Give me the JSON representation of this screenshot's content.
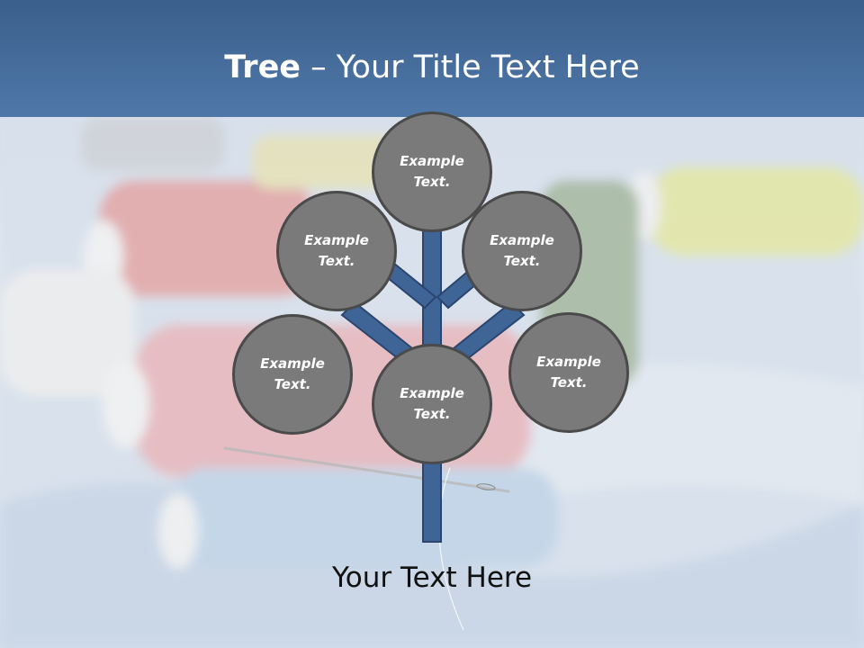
{
  "header": {
    "title_bold": "Tree",
    "title_rest": " – Your Title Text Here"
  },
  "nodes": [
    {
      "id": "top",
      "text": "Example\nText."
    },
    {
      "id": "upper-left",
      "text": "Example\nText."
    },
    {
      "id": "upper-right",
      "text": "Example\nText."
    },
    {
      "id": "lower-left",
      "text": "Example\nText."
    },
    {
      "id": "center",
      "text": "Example\nText."
    },
    {
      "id": "lower-right",
      "text": "Example\nText."
    }
  ],
  "footer": {
    "text": "Your Text Here"
  },
  "colors": {
    "header_band": "#4a72a2",
    "branch": "#3f6496",
    "branch_outline": "#2a4670",
    "bubble_fill": "#7a7a7a",
    "bubble_border": "#4a4a4a"
  }
}
